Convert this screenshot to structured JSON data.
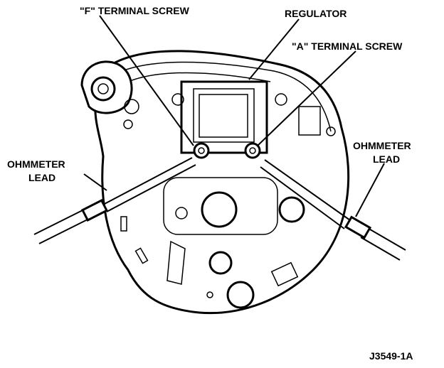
{
  "labels": {
    "f_terminal": "\"F\" TERMINAL SCREW",
    "regulator": "REGULATOR",
    "a_terminal": "\"A\" TERMINAL SCREW",
    "ohmmeter_left_1": "OHMMETER",
    "ohmmeter_left_2": "LEAD",
    "ohmmeter_right_1": "OHMMETER",
    "ohmmeter_right_2": "LEAD"
  },
  "figure_id": "J3549-1A"
}
